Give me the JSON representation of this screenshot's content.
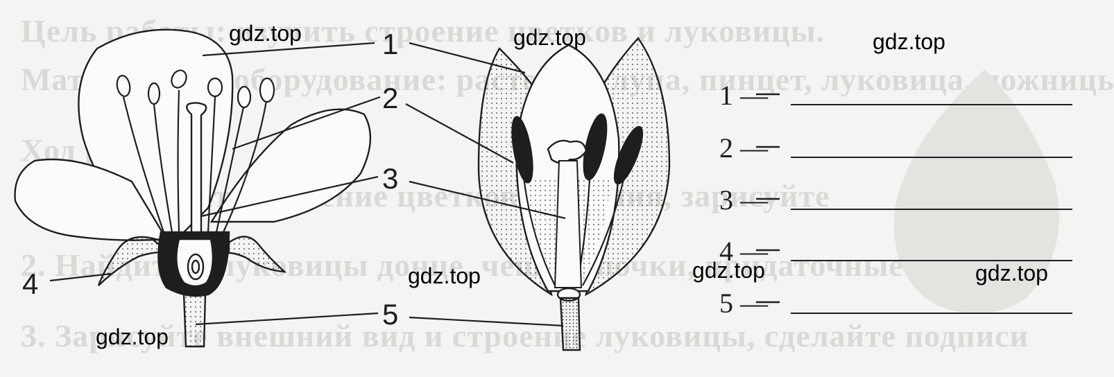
{
  "background_text": [
    "Цель работы: изучить строение цветков и луковицы.",
    "Материалы и оборудование: растения, лупа, пинцет, луковица, ножницы",
    "Ход работы",
    "1. Рассмотрите строение цветков растения, зарисуйте",
    "2. Найдите у луковицы донце, чешуи, почки, придаточные корни",
    "3. Зарисуйте внешний вид и строение луковицы, сделайте подписи"
  ],
  "callouts": [
    "1",
    "2",
    "3",
    "4",
    "5"
  ],
  "answer_rows": [
    {
      "label": "1 —",
      "value": ""
    },
    {
      "label": "2 —",
      "value": ""
    },
    {
      "label": "3 —",
      "value": ""
    },
    {
      "label": "4 —",
      "value": ""
    },
    {
      "label": "5 —",
      "value": ""
    }
  ],
  "watermarks": [
    "gdz.top",
    "gdz.top",
    "gdz.top",
    "gdz.top",
    "gdz.top",
    "gdz.top",
    "gdz.top"
  ],
  "colors": {
    "ink": "#1e1e1e",
    "paper": "#f4f4f2",
    "faded": "#d9d9d6"
  }
}
